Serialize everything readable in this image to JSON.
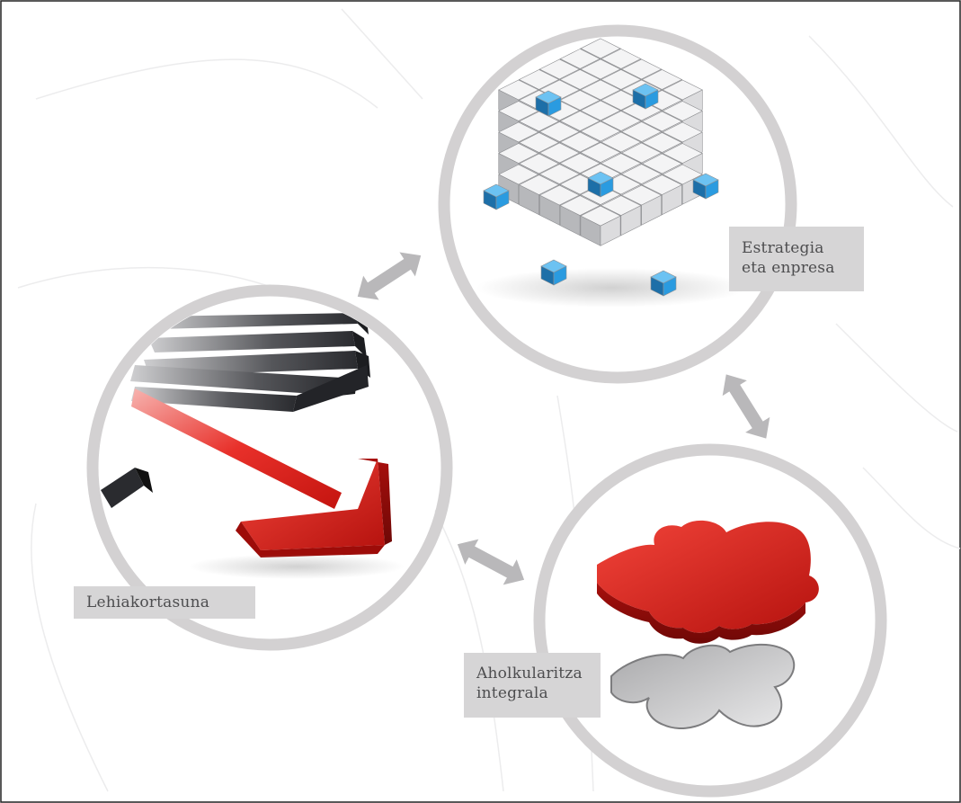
{
  "diagram": {
    "nodes": [
      {
        "id": "strategy",
        "label": "Estrategia\neta enpresa",
        "image": "cube-of-blocks-illustration"
      },
      {
        "id": "competitiveness",
        "label": "Lehiakortasuna",
        "image": "red-arrow-ahead-illustration"
      },
      {
        "id": "consulting",
        "label": "Aholkularitza\nintegrala",
        "image": "puzzle-piece-illustration"
      }
    ],
    "connections": [
      {
        "from": "competitiveness",
        "to": "strategy",
        "type": "bidirectional"
      },
      {
        "from": "strategy",
        "to": "consulting",
        "type": "bidirectional"
      },
      {
        "from": "competitiveness",
        "to": "consulting",
        "type": "bidirectional"
      }
    ],
    "colors": {
      "ring": "#d3d1d2",
      "connector_arrow": "#b9b8ba",
      "label_bg": "#d6d5d6",
      "label_text": "#4d4d4f",
      "accent_red": "#e0201b",
      "accent_blue": "#2a9be0",
      "frame_border": "#222222"
    }
  }
}
